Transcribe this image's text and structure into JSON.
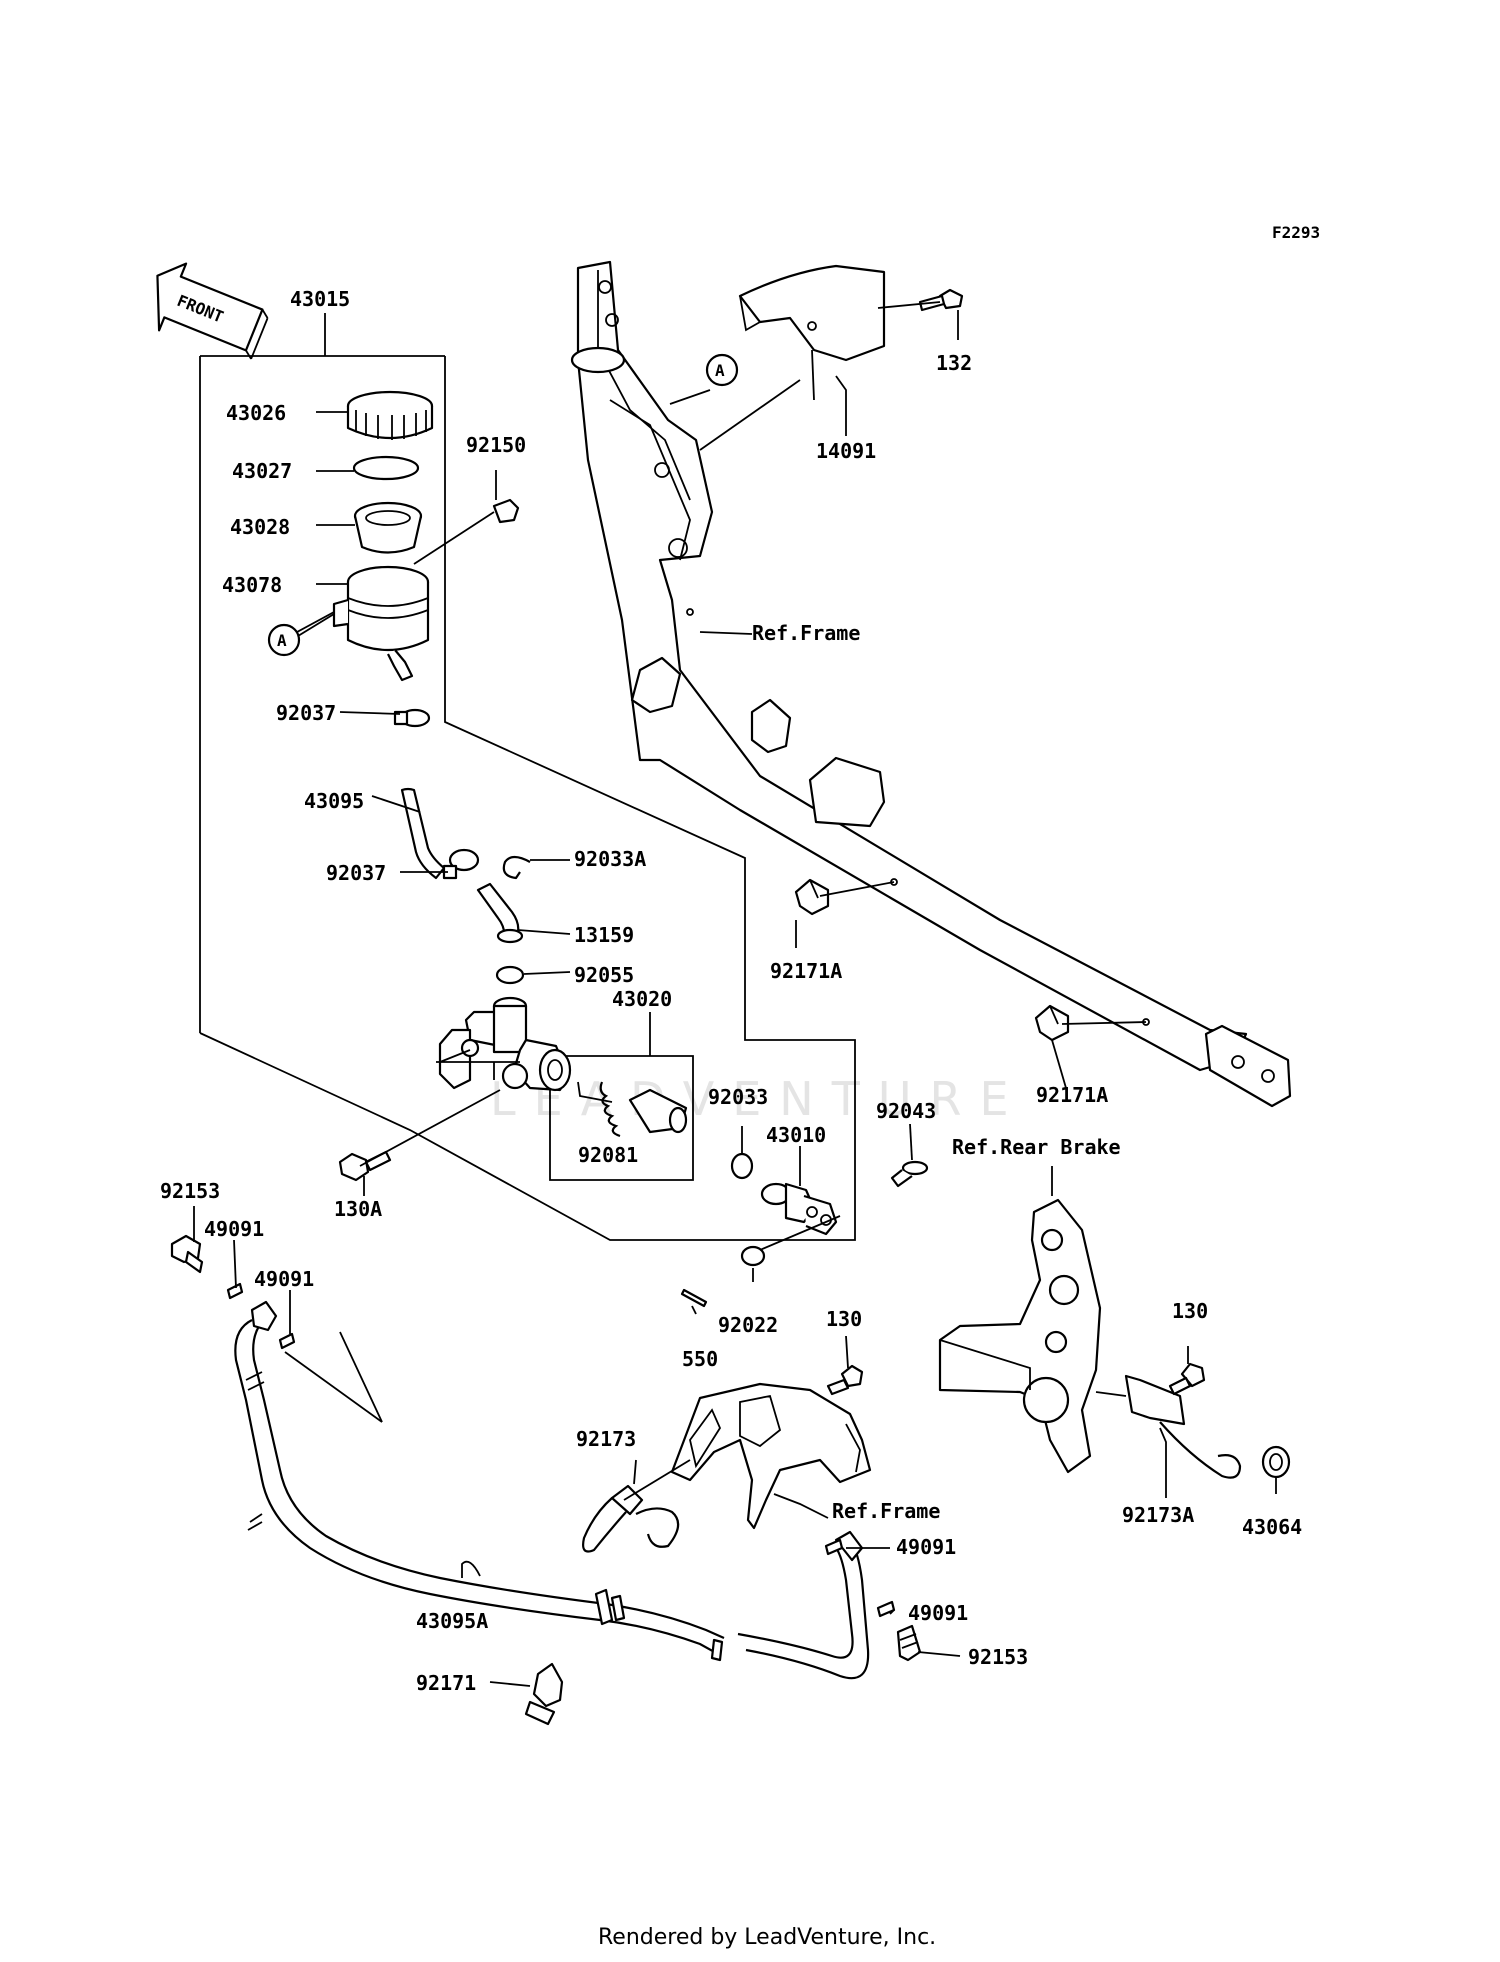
{
  "diagram_code": "F2293",
  "front_arrow": "FRONT",
  "footer": "Rendered by LeadVenture, Inc.",
  "watermark": "LEADVENTURE",
  "callouts": {
    "ref_a_1": "A",
    "ref_a_2": "A"
  },
  "labels": {
    "p43015": "43015",
    "p43026": "43026",
    "p43027": "43027",
    "p43028": "43028",
    "p43078": "43078",
    "p92150": "92150",
    "p92037a": "92037",
    "p43095": "43095",
    "p92037b": "92037",
    "p92033A": "92033A",
    "p13159": "13159",
    "p92055": "92055",
    "p43020": "43020",
    "p92081": "92081",
    "p92033": "92033",
    "p43010": "43010",
    "p92043": "92043",
    "p130A": "130A",
    "p92153a": "92153",
    "p49091a": "49091",
    "p49091b": "49091",
    "p92022": "92022",
    "p550": "550",
    "p130a": "130",
    "p130b": "130",
    "p92173": "92173",
    "ref_frame_1": "Ref.Frame",
    "ref_frame_2": "Ref.Frame",
    "ref_rear_brake": "Ref.Rear Brake",
    "p92173A": "92173A",
    "p43064": "43064",
    "p49091c": "49091",
    "p49091d": "49091",
    "p92153b": "92153",
    "p43095A": "43095A",
    "p92171": "92171",
    "p132": "132",
    "p14091": "14091",
    "p92171A_1": "92171A",
    "p92171A_2": "92171A"
  }
}
